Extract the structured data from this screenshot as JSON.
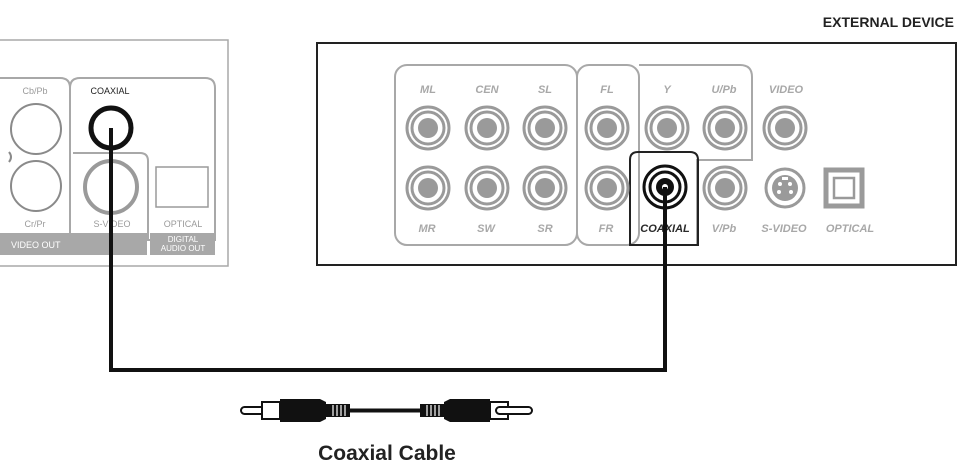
{
  "device_title": "EXTERNAL DEVICE",
  "cable_caption": "Coaxial Cable",
  "player_panel": {
    "label_cbpb": "Cb/Pb",
    "label_crpr": "Cr/Pr",
    "label_coaxial": "COAXIAL",
    "label_svideo": "S-VIDEO",
    "label_optical": "OPTICAL",
    "label_video_out": "VIDEO OUT",
    "label_digital": "DIGITAL",
    "label_audio_out": "AUDIO OUT"
  },
  "device_panel": {
    "ml": "ML",
    "cen": "CEN",
    "sl": "SL",
    "fl": "FL",
    "y": "Y",
    "upb": "U/Pb",
    "video": "VIDEO",
    "mr": "MR",
    "sw": "SW",
    "sr": "SR",
    "fr": "FR",
    "coaxial": "COAXIAL",
    "vpb": "V/Pb",
    "svideo": "S-VIDEO",
    "optical": "OPTICAL"
  }
}
